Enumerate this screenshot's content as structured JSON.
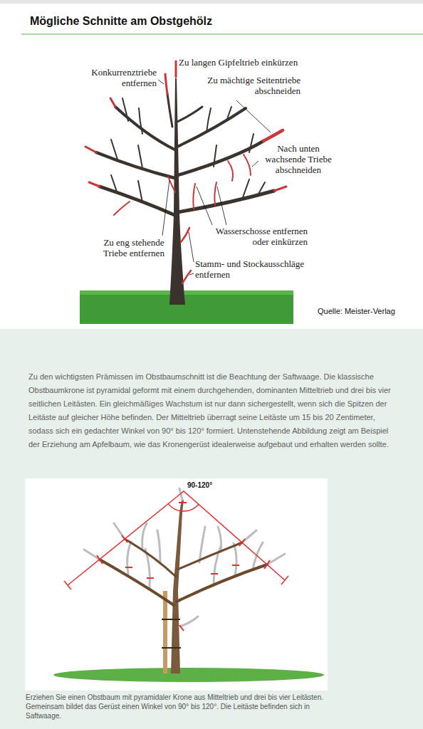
{
  "diagram": {
    "title": "Mögliche Schnitte am Obstgehölz",
    "caption": "Erziehen Sie einen Obstbaum mit pyramidaler Krone aus Mitteltrieb und drei bis vier Leitästen. Gemeinsam bildet das Gerüst einen Winkel von 90° bis 120°. Die Leitäste befinden sich in Saftwaage.",
    "labels": [
      "Zu langen Gipfeltrieb einkürzen",
      "Konkurrenztriebe entfernen",
      "Zu mächtige Seitentriebe abschneiden",
      "Nach unten wachsende Triebe abschneiden",
      "Wasserschosse entfernen oder einkürzen",
      "Zu eng stehende Triebe entfernen",
      "Stamm- und Stockausschläge entfernen",
      "Quelle: Meister-Verlag",
      "90-120°",
      "Zu den wichtigsten Prämissen im Obstbaumschnitt ist die Beachtung der Saftwaage. Die klassische Obstbaumkrone ist pyramidal geformt mit einem durchgehenden, dominanten Mitteltrieb und drei bis vier seitlichen Leitästen. Ein gleichmäßiges Wachstum ist nur dann sichergestellt, wenn sich die Spitzen der Leitäste auf gleicher Höhe befinden. Der Mitteltrieb überragt seine Leitäste um 15 bis 20 Zentimeter, sodass sich ein gedachter Winkel von 90° bis 120° formiert. Untenstehende Abbildung zeigt am Beispiel der Erziehung am Apfelbaum, wie das Kronengerüst idealerweise aufgebaut und erhalten werden sollte."
    ]
  }
}
